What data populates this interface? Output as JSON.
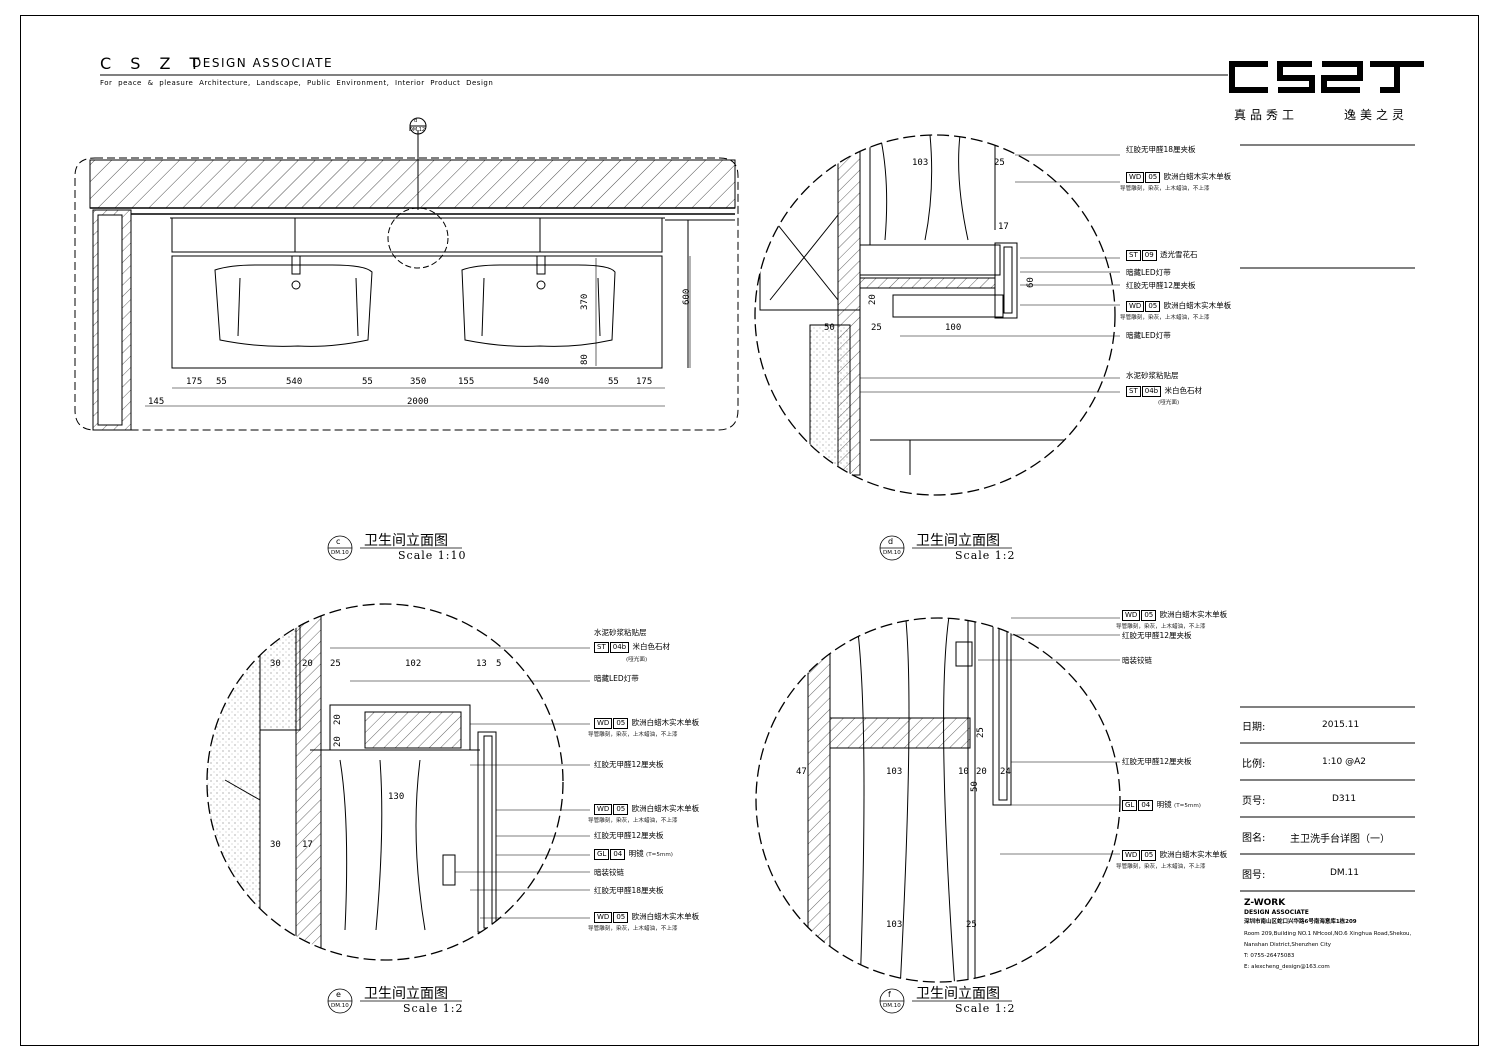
{
  "header": {
    "brand_letters": "C S Z T",
    "brand_suffix": "DESIGN ASSOCIATE",
    "tagline": "For peace & pleasure Architecture, Landscape, Public Environment, Interior Product Design",
    "slogan_left": "真品秀工",
    "slogan_right": "逸美之灵"
  },
  "views": {
    "c": {
      "letter": "c",
      "ref": "DM.10",
      "title": "卫生间立面图",
      "scale": "Scale 1:10"
    },
    "d": {
      "letter": "d",
      "ref": "DM.10",
      "title": "卫生间立面图",
      "scale": "Scale 1:2"
    },
    "e": {
      "letter": "e",
      "ref": "DM.10",
      "title": "卫生间立面图",
      "scale": "Scale 1:2"
    },
    "f": {
      "letter": "f",
      "ref": "DM.10",
      "title": "卫生间立面图",
      "scale": "Scale 1:2"
    }
  },
  "section_marker": {
    "top": "d",
    "bottom": "DM.12"
  },
  "view_c_dims": {
    "d175a": "175",
    "d55a": "55",
    "d540a": "540",
    "d55b": "55",
    "d350": "350",
    "d55c": "155",
    "d540b": "540",
    "d55d": "55",
    "d175b": "175",
    "d145": "145",
    "d2000": "2000",
    "d600": "600",
    "d370": "370",
    "d80": "80"
  },
  "view_d": {
    "dims": {
      "d103": "103",
      "d25": "25",
      "d17": "17",
      "d60": "60",
      "d20": "20",
      "d50": "50",
      "d25b": "25",
      "d100": "100"
    },
    "annotations": {
      "a1": "红胶无甲醛18厘夹板",
      "a2_code1": "WD",
      "a2_code2": "05",
      "a2": "欧洲白蜡木实木单板",
      "a2_note": "导管雕刻，染灰，上木蜡油，不上漆",
      "a3_code1": "ST",
      "a3_code2": "09",
      "a3": "透光雪花石",
      "a4": "暗藏LED灯带",
      "a5": "红胶无甲醛12厘夹板",
      "a6_code1": "WD",
      "a6_code2": "05",
      "a6": "欧洲白蜡木实木单板",
      "a6_note": "导管雕刻，染灰，上木蜡油，不上漆",
      "a7": "暗藏LED灯带",
      "a8": "水泥砂浆粘贴层",
      "a9_code1": "ST",
      "a9_code2": "04b",
      "a9": "米白色石材",
      "a9_note": "(哑光面)"
    }
  },
  "view_e": {
    "dims": {
      "d30": "30",
      "d20": "20",
      "d25": "25",
      "d102": "102",
      "d13": "13",
      "d5": "5",
      "d20b": "20",
      "d20c": "20",
      "d130": "130",
      "d30b": "30",
      "d17": "17"
    },
    "annotations": {
      "a1": "水泥砂浆粘贴层",
      "a2_code1": "ST",
      "a2_code2": "04b",
      "a2": "米白色石材",
      "a2_note": "(哑光面)",
      "a3": "暗藏LED灯带",
      "a4_code1": "WD",
      "a4_code2": "05",
      "a4": "欧洲白蜡木实木单板",
      "a4_note": "导管雕刻，染灰，上木蜡油，不上漆",
      "a5": "红胶无甲醛12厘夹板",
      "a6_code1": "WD",
      "a6_code2": "05",
      "a6": "欧洲白蜡木实木单板",
      "a6_note": "导管雕刻，染灰，上木蜡油，不上漆",
      "a7": "红胶无甲醛12厘夹板",
      "a8_code1": "GL",
      "a8_code2": "04",
      "a8": "明镜",
      "a8_note": "(T=5mm)",
      "a9": "暗装铰链",
      "a10": "红胶无甲醛18厘夹板",
      "a11_code1": "WD",
      "a11_code2": "05",
      "a11": "欧洲白蜡木实木单板",
      "a11_note": "导管雕刻，染灰，上木蜡油，不上漆"
    }
  },
  "view_f": {
    "dims": {
      "d47": "47",
      "d103": "103",
      "d10": "10",
      "d20": "20",
      "d24": "24",
      "d25": "25",
      "d50": "50",
      "d103b": "103",
      "d25b": "25"
    },
    "annotations": {
      "a1_code1": "WD",
      "a1_code2": "05",
      "a1": "欧洲白蜡木实木单板",
      "a1_note": "导管雕刻，染灰，上木蜡油，不上漆",
      "a2": "红胶无甲醛12厘夹板",
      "a3": "暗装铰链",
      "a4": "红胶无甲醛12厘夹板",
      "a5_code1": "GL",
      "a5_code2": "04",
      "a5": "明镜",
      "a5_note": "(T=5mm)",
      "a6_code1": "WD",
      "a6_code2": "05",
      "a6": "欧洲白蜡木实木单板",
      "a6_note": "导管雕刻，染灰，上木蜡油，不上漆"
    }
  },
  "title_block": {
    "date_label": "日期:",
    "date_value": "2015.11",
    "scale_label": "比例:",
    "scale_value": "1:10 @A2",
    "page_label": "页号:",
    "page_value": "D311",
    "name_label": "图名:",
    "name_value": "主卫洗手台详图（一）",
    "number_label": "图号:",
    "number_value": "DM.11",
    "company": "Z-WORK",
    "company_sub": "DESIGN ASSOCIATE",
    "address_cn": "深圳市南山区蛇口兴华路6号南海意库1栋209",
    "address_en1": "Room 209,Building NO.1 NHcool,NO.6 Xinghua Road,Shekou,",
    "address_en2": "Nanshan District,Shenzhen City",
    "tel": "T: 0755-26475083",
    "email": "E: alexcheng_design@163.com"
  }
}
